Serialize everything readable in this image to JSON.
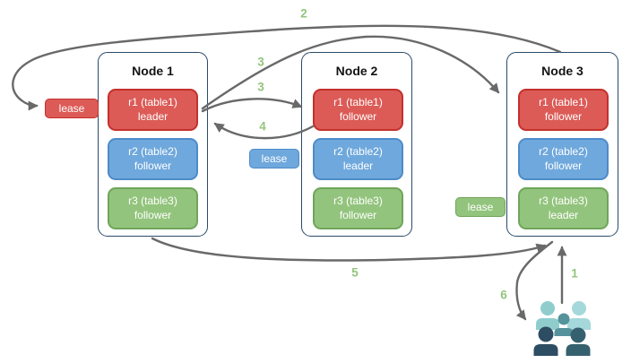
{
  "palette": {
    "red_fill": "#DC5B57",
    "red_border": "#C5302C",
    "blue_fill": "#6FA8DC",
    "blue_border": "#4E8BC9",
    "green_fill": "#93C47D",
    "green_border": "#6FA55A",
    "node_border": "#2A4A6B",
    "arrow": "#696969",
    "step_label": "#93C47D"
  },
  "nodes": [
    {
      "title": "Node 1",
      "replicas": [
        {
          "line1": "r1 (table1)",
          "line2": "leader",
          "color": "red"
        },
        {
          "line1": "r2 (table2)",
          "line2": "follower",
          "color": "blue"
        },
        {
          "line1": "r3 (table3)",
          "line2": "follower",
          "color": "green"
        }
      ]
    },
    {
      "title": "Node 2",
      "replicas": [
        {
          "line1": "r1 (table1)",
          "line2": "follower",
          "color": "red"
        },
        {
          "line1": "r2 (table2)",
          "line2": "leader",
          "color": "blue"
        },
        {
          "line1": "r3 (table3)",
          "line2": "follower",
          "color": "green"
        }
      ]
    },
    {
      "title": "Node 3",
      "replicas": [
        {
          "line1": "r1 (table1)",
          "line2": "follower",
          "color": "red"
        },
        {
          "line1": "r2 (table2)",
          "line2": "follower",
          "color": "blue"
        },
        {
          "line1": "r3 (table3)",
          "line2": "leader",
          "color": "green"
        }
      ]
    }
  ],
  "leases": [
    {
      "label": "lease",
      "color": "red"
    },
    {
      "label": "lease",
      "color": "blue"
    },
    {
      "label": "lease",
      "color": "green"
    }
  ],
  "steps": {
    "s1": "1",
    "s2": "2",
    "s3a": "3",
    "s3b": "3",
    "s4": "4",
    "s5": "5",
    "s6": "6"
  },
  "icons": {
    "users_group": "users-icon"
  }
}
